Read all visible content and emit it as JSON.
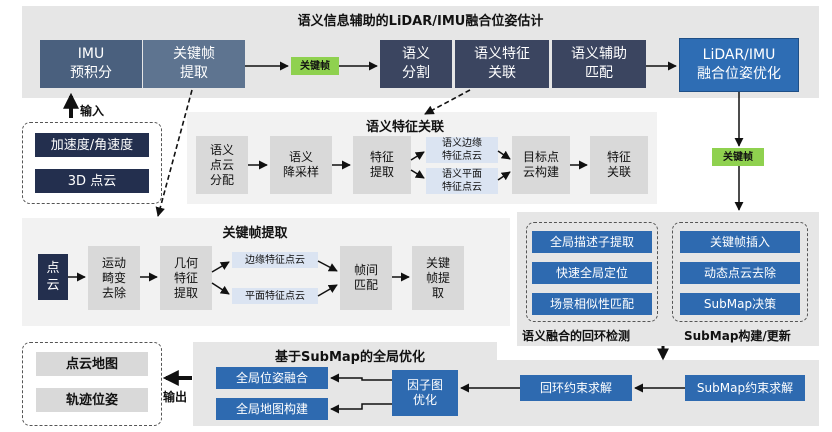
{
  "top_panel": {
    "title": "语义信息辅助的LiDAR/IMU融合位姿估计",
    "imu_preint": "IMU\n预积分",
    "keyframe_extract": "关键帧\n提取",
    "keyframe_tag": "关键帧",
    "semantic_seg": "语义\n分割",
    "semantic_assoc": "语义特征\n关联",
    "semantic_match": "语义辅助\n匹配",
    "fusion_opt": "LiDAR/IMU\n融合位姿优化"
  },
  "input": {
    "label": "输入",
    "items": [
      "加速度/角速度",
      "3D 点云"
    ]
  },
  "semantic_panel": {
    "title": "语义特征关联",
    "steps": [
      "语义\n点云\n分配",
      "语义\n降采样",
      "特征\n提取",
      "目标点\n云构建",
      "特征\n关联"
    ],
    "features": [
      "语义边缘\n特征点云",
      "语义平面\n特征点云"
    ]
  },
  "keyframe_panel": {
    "title": "关键帧提取",
    "steps": [
      "点\n云",
      "运动\n畸变\n去除",
      "几何\n特征\n提取",
      "帧间\n匹配",
      "关键\n帧提\n取"
    ],
    "features": [
      "边缘特征点云",
      "平面特征点云"
    ]
  },
  "right_tag": "关键帧",
  "loop_group": {
    "label": "语义融合的回环检测",
    "items": [
      "全局描述子提取",
      "快速全局定位",
      "场景相似性匹配"
    ]
  },
  "submap_group": {
    "label": "SubMap构建/更新",
    "items": [
      "关键帧插入",
      "动态点云去除",
      "SubMap决策"
    ]
  },
  "global_panel": {
    "title": "基于SubMap的全局优化",
    "submap_solve": "SubMap约束求解",
    "loop_solve": "回环约束求解",
    "factor_graph": "因子图\n优化",
    "pose_fusion": "全局位姿融合",
    "map_build": "全局地图构建"
  },
  "output": {
    "label": "输出",
    "items": [
      "点云地图",
      "轨迹位姿"
    ]
  }
}
